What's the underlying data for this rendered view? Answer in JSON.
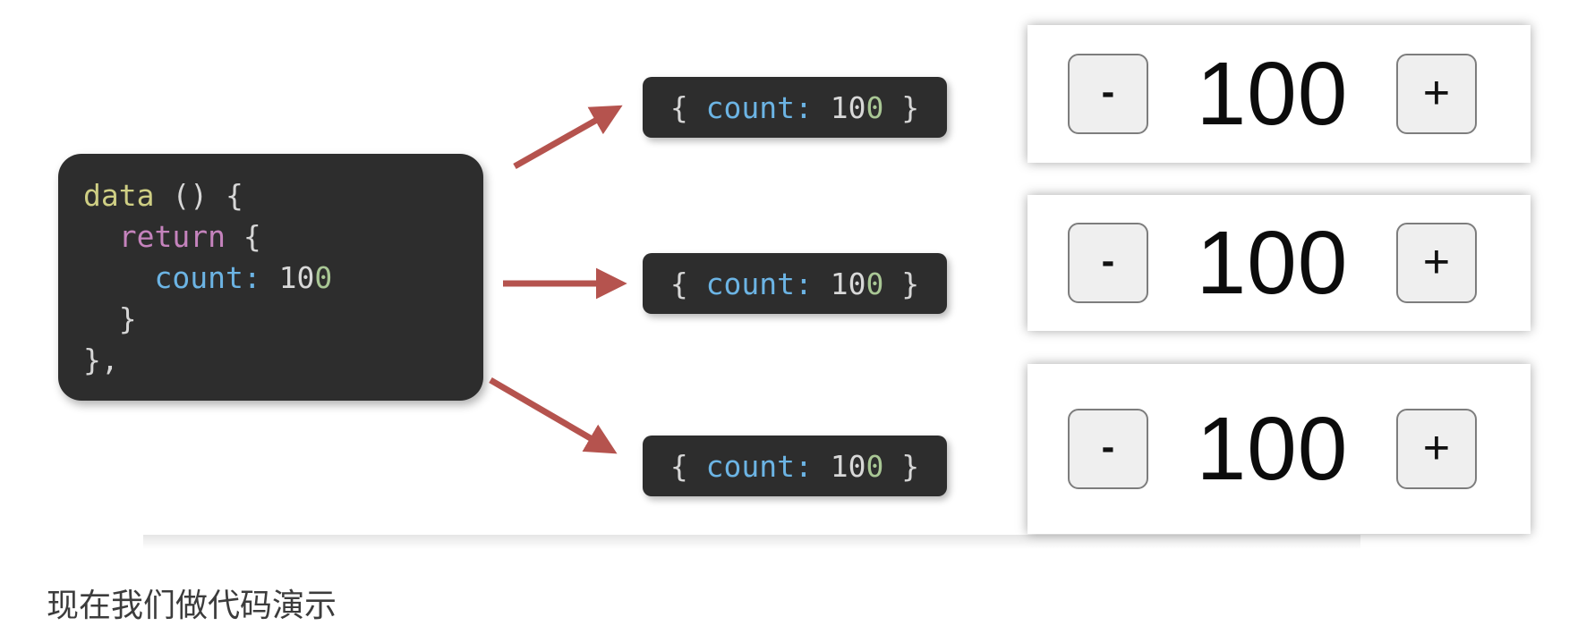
{
  "caption": "现在我们做代码演示",
  "colors": {
    "code-bg": "#2d2d2d",
    "punct": "#d6d6d6",
    "func": "#cfcf84",
    "keyword": "#c583bd",
    "property": "#6cb4e4",
    "num-gray": "#d8d8d8",
    "num-green": "#a9c795",
    "arrow": "#b5534e",
    "button-bg": "#efefef",
    "button-border": "#7d7d7d"
  },
  "code_panel": {
    "line1": {
      "fn": "data",
      "rest": " () {"
    },
    "line2": {
      "indent": "  ",
      "kw": "return",
      "rest": " {"
    },
    "line3": {
      "indent": "    ",
      "key": "count:",
      "sep": " ",
      "num_a": "10",
      "num_b": "0"
    },
    "line4": {
      "text": "  }"
    },
    "line5": {
      "text": "},"
    }
  },
  "badges": [
    {
      "open": "{ ",
      "key": "count:",
      "sep": " ",
      "num_a": "10",
      "num_b": "0",
      "close": " }"
    },
    {
      "open": "{ ",
      "key": "count:",
      "sep": " ",
      "num_a": "10",
      "num_b": "0",
      "close": " }"
    },
    {
      "open": "{ ",
      "key": "count:",
      "sep": " ",
      "num_a": "10",
      "num_b": "0",
      "close": " }"
    }
  ],
  "counters": [
    {
      "minus": "-",
      "value": "100",
      "plus": "+"
    },
    {
      "minus": "-",
      "value": "100",
      "plus": "+"
    },
    {
      "minus": "-",
      "value": "100",
      "plus": "+"
    }
  ]
}
